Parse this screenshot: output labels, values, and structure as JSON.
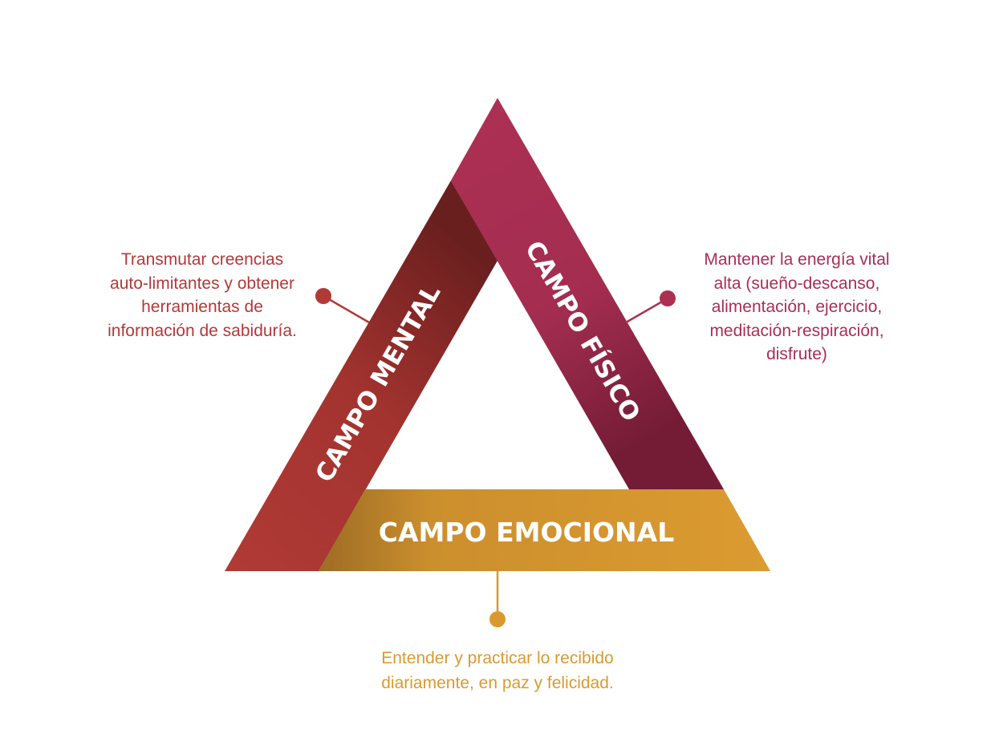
{
  "fields": {
    "mental": {
      "label": "CAMPO MENTAL",
      "color": "#b03a36",
      "description": [
        "Transmutar creencias",
        "auto-limitantes y obtener",
        "herramientas de",
        "información de sabiduría."
      ]
    },
    "fisico": {
      "label": "CAMPO FÍSICO",
      "color": "#ab3052",
      "description": [
        "Mantener la energía vital",
        "alta (sueño-descanso,",
        "alimentación, ejercicio,",
        "meditación-respiración,",
        "disfrute)"
      ]
    },
    "emocional": {
      "label": "CAMPO EMOCIONAL",
      "color": "#d9992f",
      "description": [
        "Entender y practicar lo recibido",
        "diariamente, en paz y felicidad."
      ]
    }
  }
}
